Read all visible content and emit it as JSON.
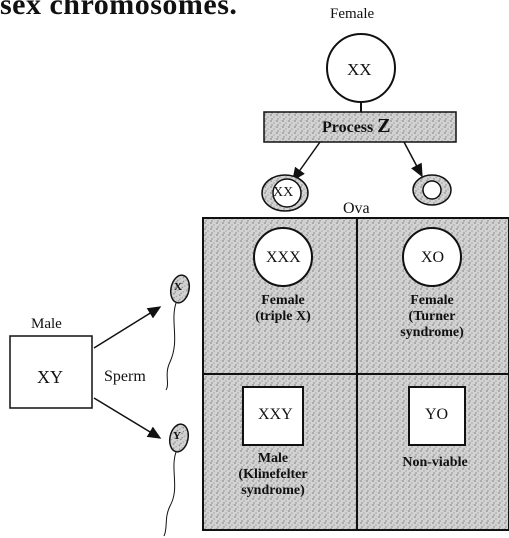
{
  "header_text": "sex chromosomes.",
  "female": {
    "title": "Female",
    "genotype": "XX"
  },
  "process": {
    "label": "Process",
    "letter": "Z"
  },
  "ova": {
    "label": "Ova",
    "egg_left": "XX",
    "egg_right": ""
  },
  "male": {
    "title": "Male",
    "genotype": "XY"
  },
  "sperm": {
    "label": "Sperm",
    "top": "X",
    "bottom": "Y"
  },
  "punnett": {
    "cells": [
      {
        "genotype": "XXX",
        "shape": "circle",
        "desc_line1": "Female",
        "desc_line2": "(triple X)",
        "desc_line3": ""
      },
      {
        "genotype": "XO",
        "shape": "circle",
        "desc_line1": "Female",
        "desc_line2": "(Turner",
        "desc_line3": "syndrome)"
      },
      {
        "genotype": "XXY",
        "shape": "square",
        "desc_line1": "Male",
        "desc_line2": "(Klinefelter",
        "desc_line3": "syndrome)"
      },
      {
        "genotype": "YO",
        "shape": "square",
        "desc_line1": "Non-viable",
        "desc_line2": "",
        "desc_line3": ""
      }
    ]
  },
  "colors": {
    "ink": "#111111",
    "stipple_light": "#cfcfcf",
    "stipple_dark": "#9a9a9a"
  }
}
